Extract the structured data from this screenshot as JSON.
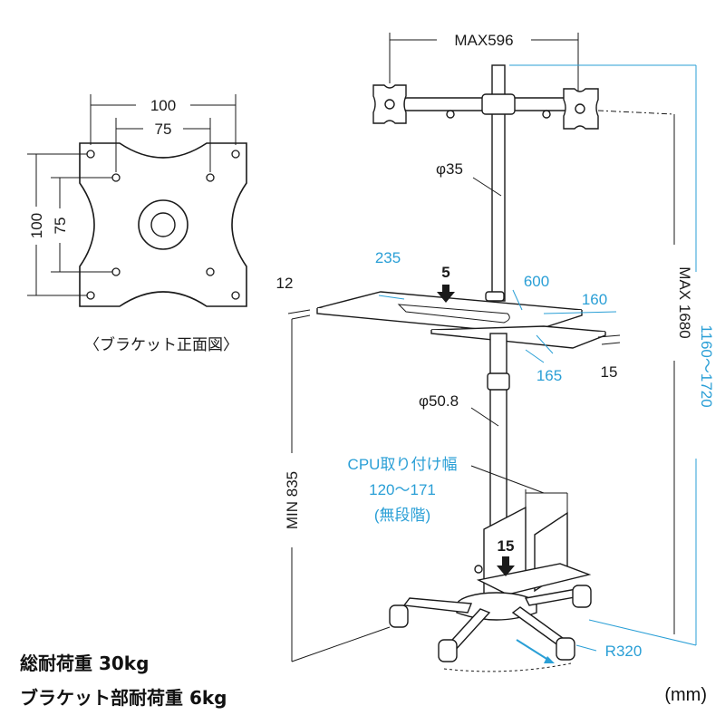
{
  "bracket": {
    "top_width": "100",
    "inner_width": "75",
    "left_height": "100",
    "inner_height": "75",
    "caption": "〈ブラケット正面図〉"
  },
  "stand": {
    "max_width": "MAX596",
    "top_pole_dia": "φ35",
    "desk_depth": "235",
    "desk_thickness": "12",
    "desk_load": "5",
    "desk_width": "600",
    "tray_depth": "160",
    "tray_width": "165",
    "tray_thickness": "15",
    "lower_pole_dia": "φ50.8",
    "cpu_label": "CPU取り付け幅",
    "cpu_range": "120〜171",
    "cpu_note": "(無段階)",
    "cpu_load": "15",
    "min_height": "MIN 835",
    "max_height": "MAX 1680",
    "height_range": "1160〜1720",
    "base_radius": "R320"
  },
  "notes": {
    "total_load": "総耐荷重 30kg",
    "bracket_load": "ブラケット部耐荷重 6kg",
    "unit": "(mm)"
  },
  "colors": {
    "accent": "#2a9fd6",
    "line": "#1a1a1a",
    "fill": "#333333"
  }
}
